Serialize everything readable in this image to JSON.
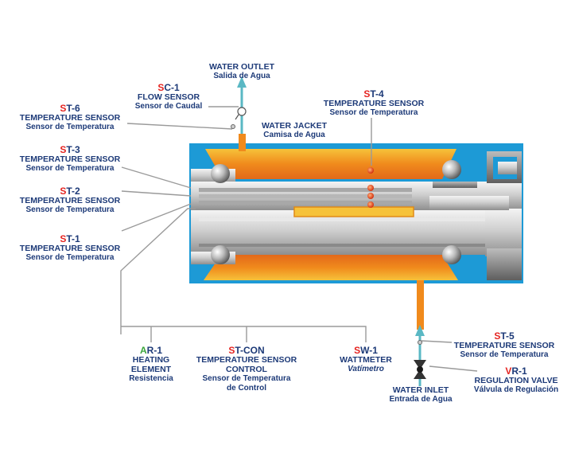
{
  "colors": {
    "jacket_blue": "#1d9ad6",
    "heat_orange": "#f08a1c",
    "heat_yellow": "#f6c23a",
    "label_navy": "#1d3a78",
    "code_red": "#e52421",
    "code_green": "#3ba53b",
    "flow_arrow": "#5ab8c4",
    "wire_gray": "#9a9a9a"
  },
  "labels": {
    "water_outlet": {
      "en": "WATER OUTLET",
      "es": "Salida de Agua"
    },
    "sc1": {
      "code_a": "S",
      "code_b": "C-1",
      "en": "FLOW SENSOR",
      "es": "Sensor de Caudal"
    },
    "st6": {
      "code_a": "S",
      "code_b": "T-6",
      "en": "TEMPERATURE SENSOR",
      "es": "Sensor de Temperatura"
    },
    "water_jacket": {
      "en": "WATER JACKET",
      "es": "Camisa de Agua"
    },
    "st4": {
      "code_a": "S",
      "code_b": "T-4",
      "en": "TEMPERATURE SENSOR",
      "es": "Sensor de Temperatura"
    },
    "st3": {
      "code_a": "S",
      "code_b": "T-3",
      "en": "TEMPERATURE SENSOR",
      "es": "Sensor de Temperatura"
    },
    "st2": {
      "code_a": "S",
      "code_b": "T-2",
      "en": "TEMPERATURE SENSOR",
      "es": "Sensor de Temperatura"
    },
    "st1": {
      "code_a": "S",
      "code_b": "T-1",
      "en": "TEMPERATURE SENSOR",
      "es": "Sensor de Temperatura"
    },
    "ar1": {
      "code_a": "A",
      "code_b": "R-1",
      "en1": "HEATING",
      "en2": "ELEMENT",
      "es": "Resistencia"
    },
    "stcon": {
      "code_a": "S",
      "code_b": "T-CON",
      "en1": "TEMPERATURE SENSOR",
      "en2": "CONTROL",
      "es1": "Sensor de Temperatura",
      "es2": "de Control"
    },
    "sw1": {
      "code_a": "S",
      "code_b": "W-1",
      "en": "WATTMETER",
      "es": "Vatímetro"
    },
    "st5": {
      "code_a": "S",
      "code_b": "T-5",
      "en": "TEMPERATURE SENSOR",
      "es": "Sensor de Temperatura"
    },
    "vr1": {
      "code_a": "V",
      "code_b": "R-1",
      "en": "REGULATION VALVE",
      "es": "Válvula de Regulación"
    },
    "water_inlet": {
      "en": "WATER INLET",
      "es": "Entrada de Agua"
    }
  }
}
